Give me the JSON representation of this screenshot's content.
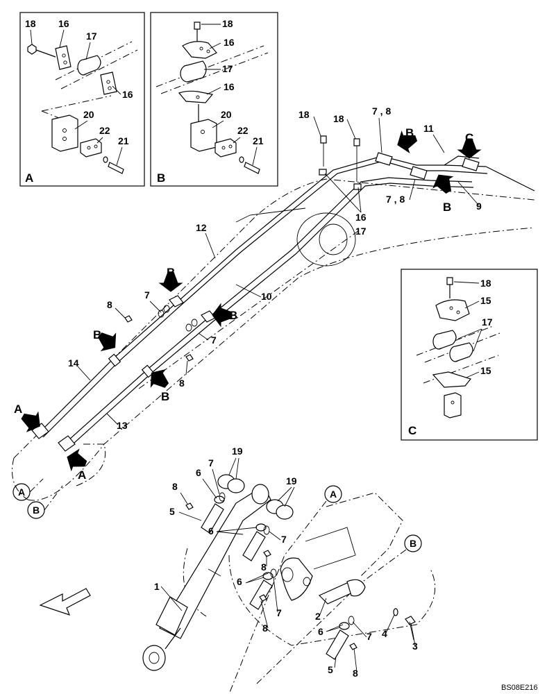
{
  "drawing_id": "BS08E216",
  "view_labels": {
    "detail_a": "A",
    "detail_b": "B",
    "detail_c": "C",
    "circle_a": "A",
    "circle_b": "B",
    "circle_a_lower": "A",
    "circle_b_lower": "B"
  },
  "arrow_labels": {
    "a1": "A",
    "a2": "A",
    "b1": "B",
    "b2": "B",
    "b3": "B",
    "b4": "B",
    "b5": "B",
    "b6": "B",
    "c1": "C"
  },
  "callouts": {
    "da_18": "18",
    "da_16a": "16",
    "da_17": "17",
    "da_16b": "16",
    "da_20": "20",
    "da_22": "22",
    "da_21": "21",
    "db_18": "18",
    "db_16a": "16",
    "db_17": "17",
    "db_16b": "16",
    "db_20": "20",
    "db_22": "22",
    "db_21": "21",
    "dc_18": "18",
    "dc_15a": "15",
    "dc_17": "17",
    "dc_15b": "15",
    "m_18a": "18",
    "m_18b": "18",
    "m_78a": "7 , 8",
    "m_11": "11",
    "m_78b": "7 , 8",
    "m_9": "9",
    "m_16": "16",
    "m_17": "17",
    "m_12": "12",
    "m_10": "10",
    "m_7a": "7",
    "m_8a": "8",
    "m_7b": "7",
    "m_8b": "8",
    "m_14": "14",
    "m_13": "13",
    "c_19a": "19",
    "c_7a": "7",
    "c_6a": "6",
    "c_8a": "8",
    "c_5a": "5",
    "c_19b": "19",
    "c_6b": "6",
    "c_7b": "7",
    "c_8b": "8",
    "c_6c": "6",
    "c_7c": "7",
    "c_8c": "8",
    "c_1": "1",
    "c_2": "2",
    "c_6d": "6",
    "c_7d": "7",
    "c_4": "4",
    "c_3": "3",
    "c_5b": "5",
    "c_8d": "8"
  }
}
